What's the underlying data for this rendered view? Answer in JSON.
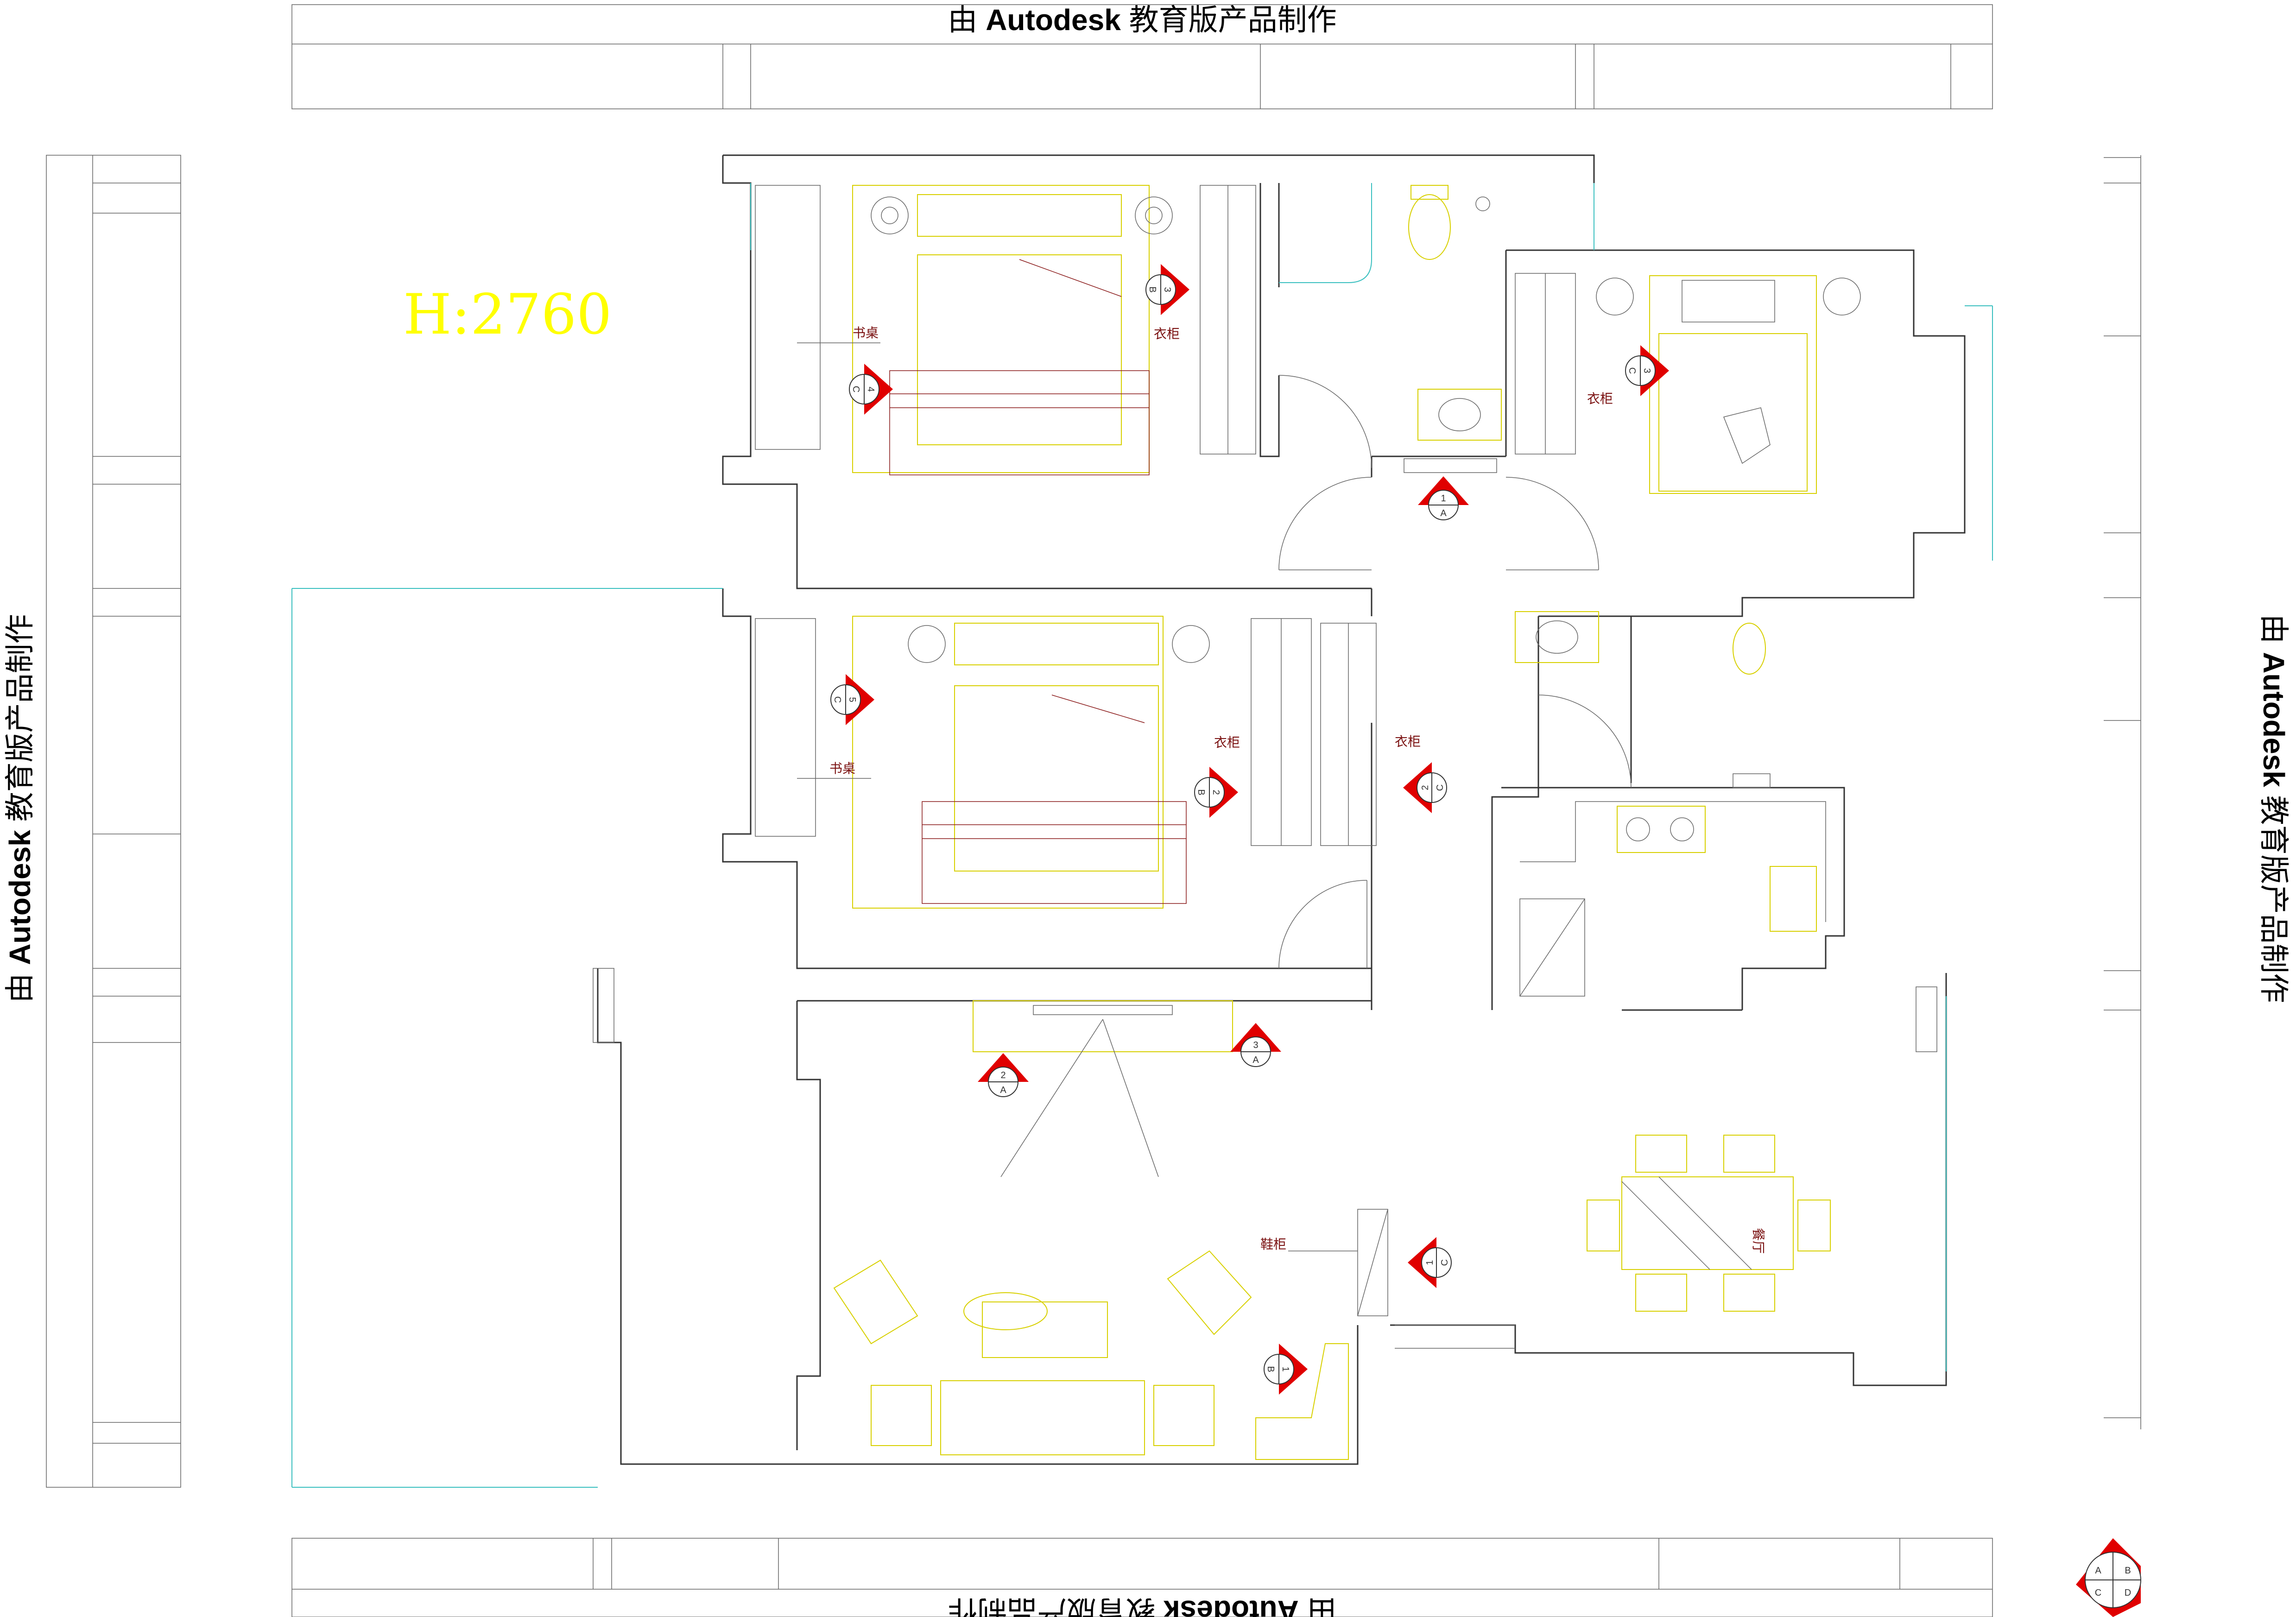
{
  "watermark": {
    "prefix": "由 ",
    "brand": "Autodesk",
    "suffix": " 教育版产品制作"
  },
  "ceiling_height": "H:2760",
  "labels": {
    "desk": "书桌",
    "wardrobe": "衣柜",
    "shoe_cabinet": "鞋柜",
    "dining": "餐厅"
  },
  "section_markers": [
    {
      "num": "1",
      "view": "A"
    },
    {
      "num": "2",
      "view": "A"
    },
    {
      "num": "3",
      "view": "A"
    },
    {
      "num": "1",
      "view": "B"
    },
    {
      "num": "2",
      "view": "B"
    },
    {
      "num": "3",
      "view": "B"
    },
    {
      "num": "1",
      "view": "C"
    },
    {
      "num": "2",
      "view": "C"
    },
    {
      "num": "3",
      "view": "C"
    },
    {
      "num": "4",
      "view": "C"
    },
    {
      "num": "5",
      "view": "C"
    }
  ],
  "legend_marker": {
    "letters": [
      "A",
      "B",
      "C",
      "D"
    ]
  },
  "colors": {
    "walls": "#333333",
    "furniture": "#d8d000",
    "fabric": "#8a1a1a",
    "window": "#39bfbf",
    "marker": "#e00000",
    "ceiling_text": "#ffff00"
  }
}
